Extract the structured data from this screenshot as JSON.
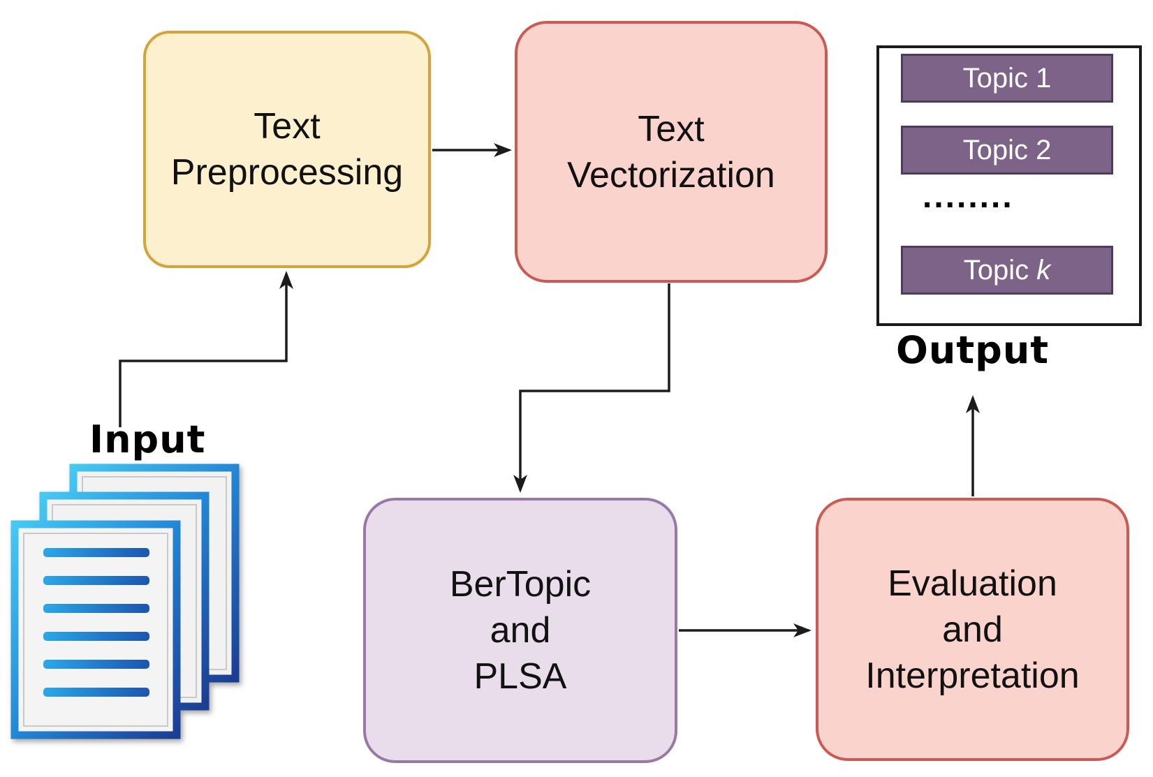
{
  "figure": {
    "type": "flowchart",
    "description": "Topic modeling pipeline diagram"
  },
  "colors": {
    "preprocessing_fill": "#FCF0CE",
    "preprocessing_border": "#D5A33C",
    "vectorization_fill": "#FBD3CD",
    "vectorization_border": "#CC5A52",
    "bertopic_fill": "#E9DCEB",
    "bertopic_border": "#9878A6",
    "evaluation_fill": "#FBD3CD",
    "evaluation_border": "#CC5A52",
    "topic_fill": "#7D6387",
    "topic_border": "#4E3C5E",
    "panel_border": "#1B1B1B",
    "arrow": "#1B1B1B",
    "text": "#111111"
  },
  "nodes": {
    "preprocessing": {
      "lines": [
        "Text",
        "Preprocessing"
      ]
    },
    "vectorization": {
      "lines": [
        "Text",
        "Vectorization"
      ]
    },
    "bertopic": {
      "lines": [
        "BerTopic",
        "and",
        "PLSA"
      ]
    },
    "evaluation": {
      "lines": [
        "Evaluation",
        "and",
        "Interpretation"
      ]
    }
  },
  "output_panel": {
    "topics": [
      "Topic 1",
      "Topic 2"
    ],
    "topic_k_prefix": "Topic ",
    "topic_k_suffix": "k",
    "dots": "........",
    "label": "Output"
  },
  "input": {
    "label": "Input"
  },
  "edges": [
    {
      "from": "input-documents",
      "to": "text-preprocessing"
    },
    {
      "from": "text-preprocessing",
      "to": "text-vectorization"
    },
    {
      "from": "text-vectorization",
      "to": "bertopic-and-plsa"
    },
    {
      "from": "bertopic-and-plsa",
      "to": "evaluation-and-interpretation"
    },
    {
      "from": "evaluation-and-interpretation",
      "to": "output"
    }
  ]
}
